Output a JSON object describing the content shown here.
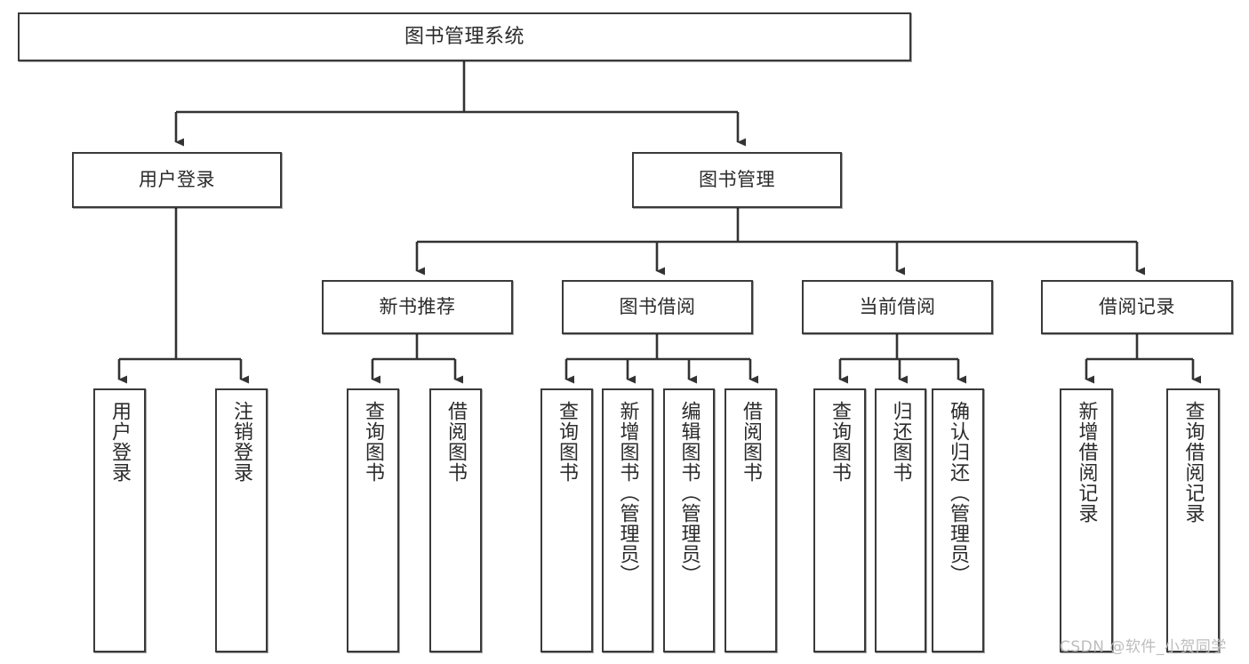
{
  "diagram": {
    "title": "图书管理系统",
    "type": "tree-hierarchy-chart",
    "background_color": "#ffffff",
    "node_border_color": "#3a3a3a",
    "node_fill_color": "#ffffff",
    "edge_color": "#333333",
    "text_color": "#2b2b2b"
  },
  "nodes": {
    "root": {
      "label": "图书管理系统"
    },
    "level2": [
      {
        "label": "用户登录"
      },
      {
        "label": "图书管理"
      }
    ],
    "level3": [
      {
        "label": "新书推荐"
      },
      {
        "label": "图书借阅"
      },
      {
        "label": "当前借阅"
      },
      {
        "label": "借阅记录"
      }
    ],
    "leaves": {
      "user_login": [
        {
          "label": "用户登录"
        },
        {
          "label": "注销登录"
        }
      ],
      "new_book_recommend": [
        {
          "label": "查询图书"
        },
        {
          "label": "借阅图书"
        }
      ],
      "book_borrow": [
        {
          "label": "查询图书"
        },
        {
          "label": "新增图书（管理员）"
        },
        {
          "label": "编辑图书（管理员）"
        },
        {
          "label": "借阅图书"
        }
      ],
      "current_borrow": [
        {
          "label": "查询图书"
        },
        {
          "label": "归还图书"
        },
        {
          "label": "确认归还（管理员）"
        }
      ],
      "borrow_record": [
        {
          "label": "新增借阅记录"
        },
        {
          "label": "查询借阅记录"
        }
      ]
    }
  },
  "watermark": {
    "text": "CSDN @软件_小贺同学",
    "color": "#bdbdbd"
  }
}
